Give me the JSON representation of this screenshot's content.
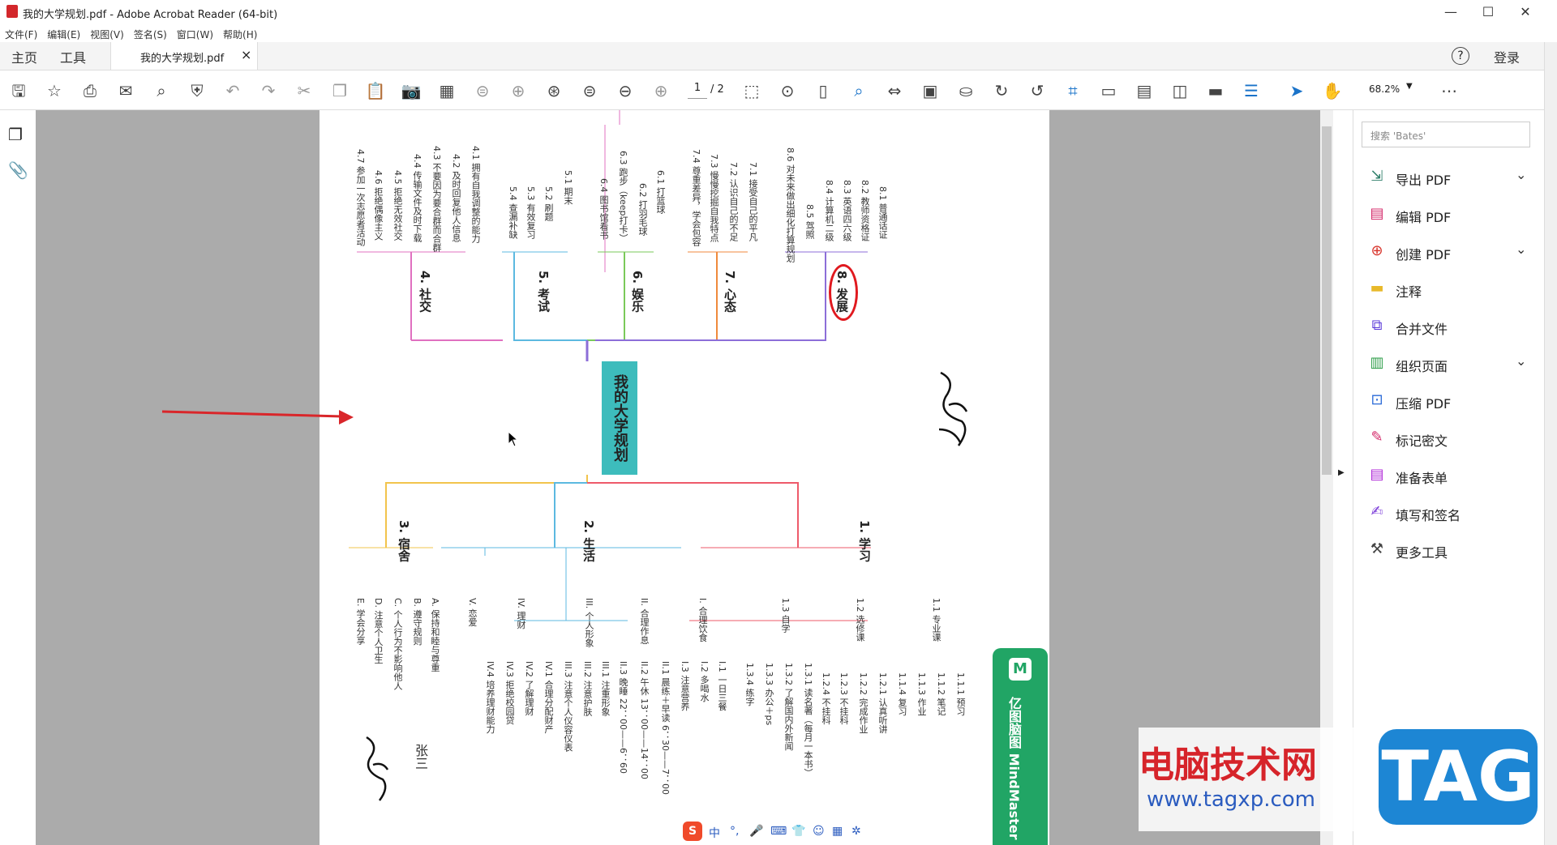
{
  "window": {
    "title": "我的大学规划.pdf - Adobe Acrobat Reader (64-bit)",
    "minimize": "—",
    "maximize": "☐",
    "close": "✕"
  },
  "menu": [
    "文件(F)",
    "编辑(E)",
    "视图(V)",
    "签名(S)",
    "窗口(W)",
    "帮助(H)"
  ],
  "tabs": {
    "home": "主页",
    "tools": "工具",
    "doc": "我的大学规划.pdf",
    "doc_close": "×",
    "login": "登录"
  },
  "toolbar": {
    "page_current": "1",
    "page_total": "/ 2",
    "zoom": "68.2%"
  },
  "search": {
    "placeholder": "搜索 'Bates'"
  },
  "tools": [
    {
      "label": "导出 PDF",
      "icon": "export-pdf-icon",
      "expand": true
    },
    {
      "label": "编辑 PDF",
      "icon": "edit-pdf-icon",
      "expand": false
    },
    {
      "label": "创建 PDF",
      "icon": "create-pdf-icon",
      "expand": true
    },
    {
      "label": "注释",
      "icon": "comment-icon",
      "expand": false
    },
    {
      "label": "合并文件",
      "icon": "combine-icon",
      "expand": false
    },
    {
      "label": "组织页面",
      "icon": "organize-icon",
      "expand": true
    },
    {
      "label": "压缩 PDF",
      "icon": "compress-icon",
      "expand": false
    },
    {
      "label": "标记密文",
      "icon": "redact-icon",
      "expand": false
    },
    {
      "label": "准备表单",
      "icon": "form-icon",
      "expand": false
    },
    {
      "label": "填写和签名",
      "icon": "sign-icon",
      "expand": false
    },
    {
      "label": "更多工具",
      "icon": "more-tools-icon",
      "expand": false
    }
  ],
  "mindmap": {
    "central": "我的大学规划",
    "branches": [
      "1. 学习",
      "2. 生活",
      "3. 宿舍",
      "4. 社交",
      "5. 考试",
      "6. 娱乐",
      "7. 心态",
      "8. 发展"
    ],
    "b4": [
      "4.1 拥有自我调整的能力",
      "4.2 及时回复他人信息",
      "4.3 不要因为要合群而合群",
      "4.4 传输文件及时下载",
      "4.5 拒绝无效社交",
      "4.6 拒绝偶像主义",
      "4.7 参加一次志愿者活动"
    ],
    "b5": [
      "5.1 期末",
      "5.2 刷题",
      "5.3 有效复习",
      "5.4 查漏补缺"
    ],
    "b6": [
      "6.1 打篮球",
      "6.2 打羽毛球",
      "6.3 跑步（keep打卡）",
      "6.4 图书馆看书"
    ],
    "b7": [
      "7.1 接受自己的平凡",
      "7.2 认识自己的不足",
      "7.3 慢慢挖掘自我特点",
      "7.4 尊重差异，学会包容"
    ],
    "b8": [
      "8.1 普通话证",
      "8.2 教师资格证",
      "8.3 英语四六级",
      "8.4 计算机二级",
      "8.5 驾照",
      "8.6 对未来做出细化打算规划"
    ],
    "b3": [
      "A. 保持和睦与尊重",
      "B. 遵守规则",
      "C. 个人行为不影响他人",
      "D. 注意个人卫生",
      "E. 学会分享"
    ],
    "b2": [
      "I. 合理饮食",
      "II. 合理作息",
      "III. 个人形象",
      "IV. 理财",
      "V. 恋爱"
    ],
    "b2sub": [
      "I.1 一日三餐",
      "I.2 多喝水",
      "I.3 注意营养",
      "II.1 晨练＋早读 6：30——7：00",
      "II.2 午休 13：00——14：00",
      "II.3 晚睡 22：00——6：60",
      "III.1 注重形象",
      "III.2 注意护肤",
      "III.3 注意个人仪容仪表",
      "IV.1 合理分配财产",
      "IV.2 了解理财",
      "IV.3 拒绝校园贷",
      "IV.4 培养理财能力"
    ],
    "b1": [
      "1.1 专业课",
      "1.2 选修课",
      "1.3 自学"
    ],
    "b1sub": [
      "1.1.1 预习",
      "1.1.2 笔记",
      "1.1.3 作业",
      "1.1.4 复习",
      "1.2.1 认真听讲",
      "1.2.2 完成作业",
      "1.2.3 不挂科",
      "1.2.4 不挂科",
      "1.3.1 读名著（每月一本书）",
      "1.3.2 了解国内外新闻",
      "1.3.3 办公＋ps",
      "1.3.4 练字"
    ],
    "signature": "张三",
    "brand": "亿图脑图 MindMaster"
  },
  "watermark": {
    "line1": "电脑技术网",
    "line2": "www.tagxp.com",
    "tag": "TAG"
  },
  "ime": [
    "中",
    "°,",
    "🎤",
    "⌨",
    "👕",
    "☺",
    "▦",
    "✲"
  ]
}
